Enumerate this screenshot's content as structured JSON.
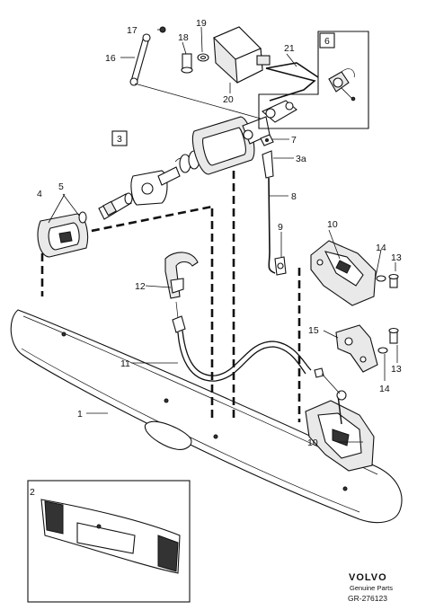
{
  "callouts": {
    "c1": "1",
    "c2": "2",
    "c3": "3",
    "c3a": "3a",
    "c4": "4",
    "c5": "5",
    "c6": "6",
    "c7": "7",
    "c8": "8",
    "c9": "9",
    "c10a": "10",
    "c10b": "10",
    "c11": "11",
    "c12": "12",
    "c13a": "13",
    "c13b": "13",
    "c14a": "14",
    "c14b": "14",
    "c15": "15",
    "c16": "16",
    "c17": "17",
    "c18": "18",
    "c19": "19",
    "c20": "20",
    "c21": "21"
  },
  "brand": {
    "name": "VOLVO",
    "subtitle": "Genuine Parts",
    "reference": "GR-276123"
  }
}
